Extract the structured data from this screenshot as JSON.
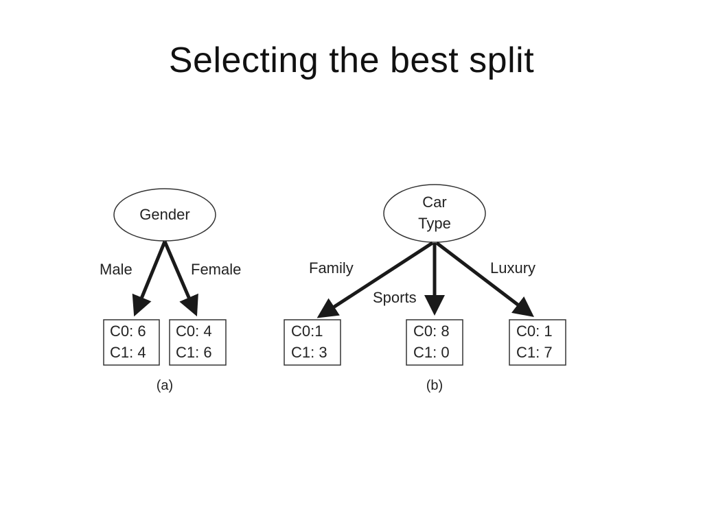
{
  "slide": {
    "title": "Selecting the best split"
  },
  "diagram_a": {
    "root": "Gender",
    "edges": [
      "Male",
      "Female"
    ],
    "leaves": [
      {
        "c0": "C0: 6",
        "c1": "C1: 4"
      },
      {
        "c0": "C0: 4",
        "c1": "C1: 6"
      }
    ],
    "caption": "(a)"
  },
  "diagram_b": {
    "root_line1": "Car",
    "root_line2": "Type",
    "edges": [
      "Family",
      "Sports",
      "Luxury"
    ],
    "leaves": [
      {
        "c0": "C0:1",
        "c1": "C1: 3"
      },
      {
        "c0": "C0: 8",
        "c1": "C1: 0"
      },
      {
        "c0": "C0: 1",
        "c1": "C1: 7"
      }
    ],
    "caption": "(b)"
  }
}
